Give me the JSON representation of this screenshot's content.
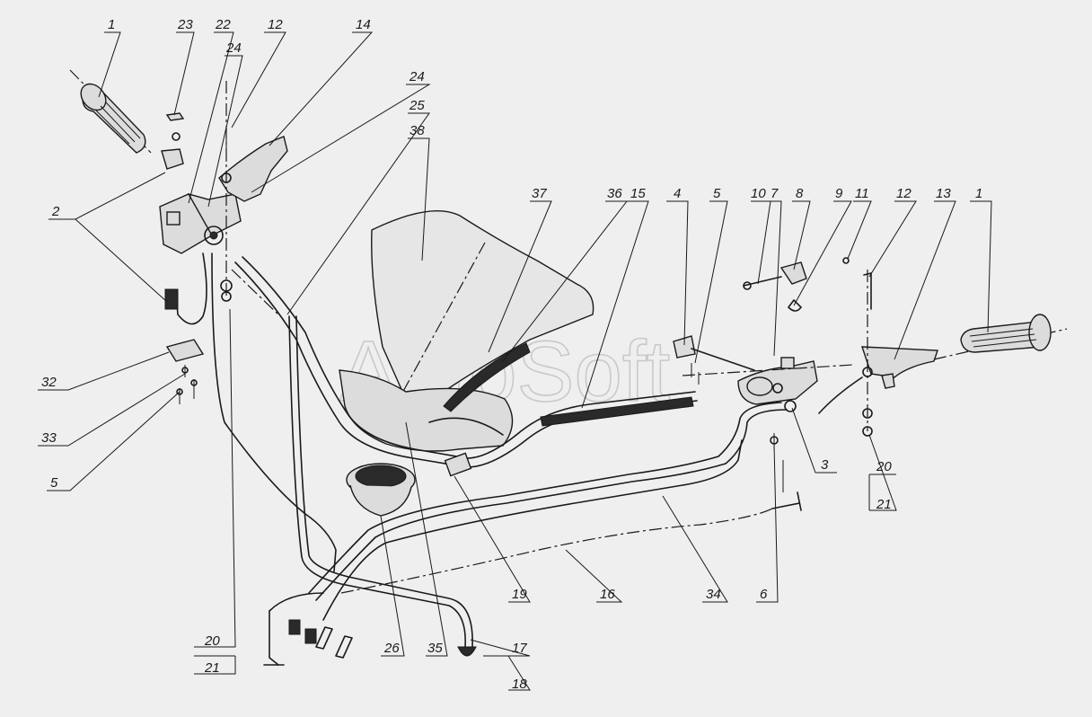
{
  "watermark": "AutoSoft",
  "callouts": [
    {
      "id": "c1a",
      "text": "1"
    },
    {
      "id": "c23",
      "text": "23"
    },
    {
      "id": "c22",
      "text": "22"
    },
    {
      "id": "c24a",
      "text": "24"
    },
    {
      "id": "c12a",
      "text": "12"
    },
    {
      "id": "c14",
      "text": "14"
    },
    {
      "id": "c24b",
      "text": "24"
    },
    {
      "id": "c25",
      "text": "25"
    },
    {
      "id": "c38",
      "text": "38"
    },
    {
      "id": "c37",
      "text": "37"
    },
    {
      "id": "c36",
      "text": "36"
    },
    {
      "id": "c15",
      "text": "15"
    },
    {
      "id": "c4",
      "text": "4"
    },
    {
      "id": "c5a",
      "text": "5"
    },
    {
      "id": "c10",
      "text": "10"
    },
    {
      "id": "c7",
      "text": "7"
    },
    {
      "id": "c8",
      "text": "8"
    },
    {
      "id": "c9",
      "text": "9"
    },
    {
      "id": "c11",
      "text": "11"
    },
    {
      "id": "c12b",
      "text": "12"
    },
    {
      "id": "c13",
      "text": "13"
    },
    {
      "id": "c1b",
      "text": "1"
    },
    {
      "id": "c2",
      "text": "2"
    },
    {
      "id": "c32",
      "text": "32"
    },
    {
      "id": "c33",
      "text": "33"
    },
    {
      "id": "c5b",
      "text": "5"
    },
    {
      "id": "c3",
      "text": "3"
    },
    {
      "id": "c20a",
      "text": "20"
    },
    {
      "id": "c21a",
      "text": "21"
    },
    {
      "id": "c6",
      "text": "6"
    },
    {
      "id": "c34",
      "text": "34"
    },
    {
      "id": "c16",
      "text": "16"
    },
    {
      "id": "c19",
      "text": "19"
    },
    {
      "id": "c26",
      "text": "26"
    },
    {
      "id": "c35",
      "text": "35"
    },
    {
      "id": "c17",
      "text": "17"
    },
    {
      "id": "c18",
      "text": "18"
    },
    {
      "id": "c20b",
      "text": "20"
    },
    {
      "id": "c21b",
      "text": "21"
    }
  ]
}
